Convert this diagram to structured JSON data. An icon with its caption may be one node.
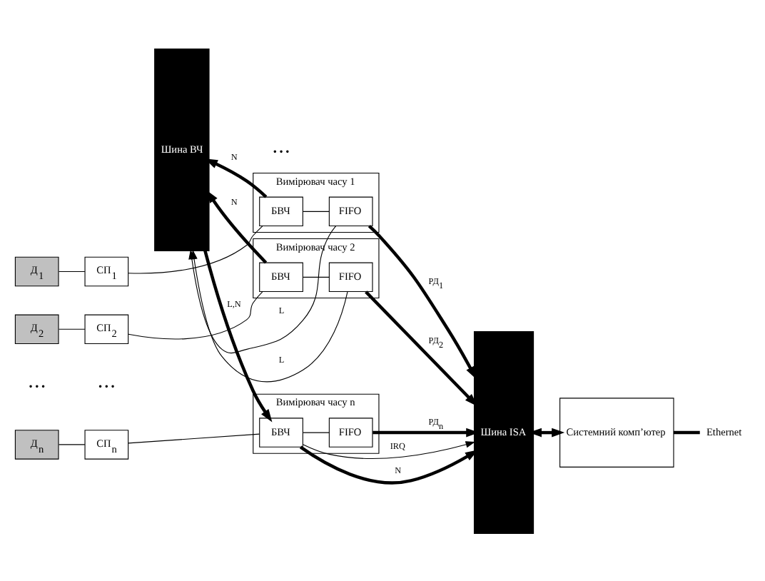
{
  "diagram": {
    "nodes": [
      {
        "text": [
          "Вимірювач часу 1"
        ]
      },
      {
        "text": [
          "БВЧ"
        ],
        "in": 0
      },
      {
        "text": [
          "FIFO"
        ],
        "in": 0
      },
      {
        "text": [
          "Д$_{1}$"
        ]
      },
      {
        "text": [
          "СП$_{1}$"
        ]
      },
      {
        "text": [
          "Вимірювач часу 2"
        ]
      },
      {
        "text": [
          "БВЧ"
        ],
        "in": 5
      },
      {
        "text": [
          "FIFO"
        ],
        "in": 5
      },
      {
        "text": [
          "Д$_{2}$"
        ]
      },
      {
        "text": [
          "СП$_{2}$"
        ]
      },
      {
        "text": [
          "Шина ISA"
        ]
      },
      {
        "text": [
          "Ethernet"
        ]
      },
      {
        "text": [
          "Системний комп’ютер"
        ]
      },
      {
        "text": [
          "Вимірювач часу n"
        ]
      },
      {
        "text": [
          "БВЧ"
        ],
        "in": 13
      },
      {
        "text": [
          "FIFO"
        ],
        "in": 13
      },
      {
        "text": [
          "Д$_{n}$"
        ]
      },
      {
        "text": [
          "СП$_{n}$"
        ]
      },
      {
        "text": [
          "Шина ВЧ"
        ]
      }
    ],
    "edges": [
      {
        "from": 3,
        "to": 4,
        "arrow": "none"
      },
      {
        "from": 4,
        "to": 1,
        "arrow": "none"
      },
      {
        "from": 1,
        "to": 18,
        "arrow": "to",
        "label": "N",
        "style": "thick"
      },
      {
        "from": 1,
        "to": 2,
        "arrow": "none"
      },
      {
        "from": 2,
        "to": 18,
        "arrow": "to",
        "label": "L"
      },
      {
        "from": 2,
        "to": 10,
        "arrow": "to",
        "label": "РД$_{1}$",
        "style": "thick"
      },
      {
        "from": 8,
        "to": 9,
        "arrow": "none"
      },
      {
        "from": 9,
        "to": 6,
        "arrow": "none"
      },
      {
        "from": 6,
        "to": 18,
        "arrow": "to",
        "label": "N",
        "style": "thick"
      },
      {
        "from": 6,
        "to": 7,
        "arrow": "none"
      },
      {
        "from": 7,
        "to": 18,
        "arrow": "to",
        "label": "L"
      },
      {
        "from": 7,
        "to": 10,
        "arrow": "to",
        "label": "РД$_{2}$",
        "style": "thick"
      },
      {
        "from": 12,
        "to": 11,
        "arrow": "none",
        "style": "thick"
      },
      {
        "from": 10,
        "to": 12,
        "arrow": "both",
        "style": "thick"
      },
      {
        "from": 16,
        "to": 17,
        "arrow": "none"
      },
      {
        "from": 17,
        "to": 14,
        "arrow": "none"
      },
      {
        "from": 18,
        "to": 14,
        "arrow": "to",
        "label": "L,N",
        "style": "thick"
      },
      {
        "from": 14,
        "to": 15,
        "arrow": "none"
      },
      {
        "from": 15,
        "to": 10,
        "arrow": "to",
        "label": "РД$_{n}$",
        "style": "thick"
      },
      {
        "from": 14,
        "to": 10,
        "arrow": "to",
        "label": "IRQ"
      },
      {
        "from": 14,
        "to": 10,
        "arrow": "to",
        "label": "N",
        "style": "thick"
      }
    ],
    "labels": [
      "• • •",
      "• • •",
      "• • •"
    ]
  }
}
